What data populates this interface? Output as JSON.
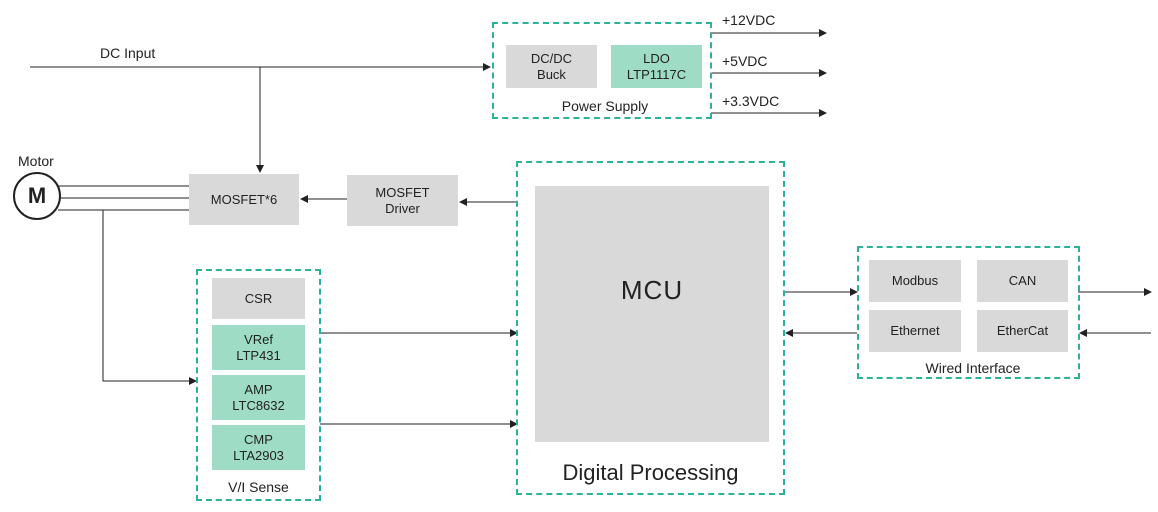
{
  "dc_input": "DC Input",
  "motor_label": "Motor",
  "motor_symbol": "M",
  "power_supply": {
    "title": "Power Supply",
    "buck": "DC/DC\nBuck",
    "ldo": "LDO\nLTP1117C",
    "outputs": [
      "+12VDC",
      "+5VDC",
      "+3.3VDC"
    ]
  },
  "mosfet": "MOSFET*6",
  "mosfet_driver": "MOSFET\nDriver",
  "sense": {
    "title": "V/I Sense",
    "csr": "CSR",
    "vref": "VRef\nLTP431",
    "amp": "AMP\nLTC8632",
    "cmp": "CMP\nLTA2903"
  },
  "digital": {
    "title": "Digital Processing",
    "mcu": "MCU"
  },
  "wired": {
    "title": "Wired Interface",
    "modbus": "Modbus",
    "can": "CAN",
    "ethernet": "Ethernet",
    "ethercat": "EtherCat"
  },
  "colors": {
    "dashed_border": "#2bb39a",
    "gray_block": "#d9d9d9",
    "green_block": "#9fdcc5"
  }
}
